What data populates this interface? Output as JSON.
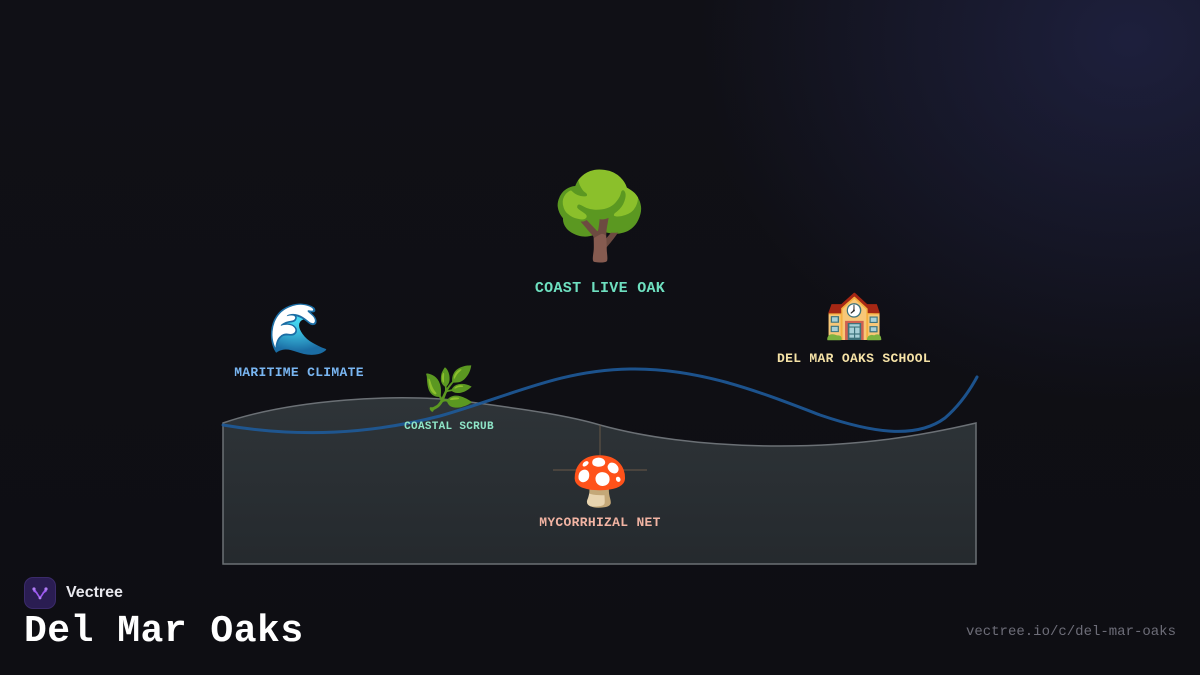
{
  "brand": {
    "name": "Vectree",
    "logo_icon": "tree-branch-icon",
    "accent": "#9b59f0"
  },
  "page": {
    "title": "Del Mar Oaks",
    "url": "vectree.io/c/del-mar-oaks"
  },
  "diagram": {
    "nodes": {
      "oak": {
        "emoji": "🌳",
        "icon": "tree-icon",
        "label": "COAST LIVE OAK",
        "color": "#6ee0c0"
      },
      "maritime": {
        "emoji": "🌊",
        "icon": "wave-icon",
        "label": "MARITIME CLIMATE",
        "color": "#79b6f2"
      },
      "school": {
        "emoji": "🏫",
        "icon": "school-icon",
        "label": "DEL MAR OAKS SCHOOL",
        "color": "#f5e2a6"
      },
      "scrub": {
        "emoji": "🌿",
        "icon": "herb-icon",
        "label": "COASTAL SCRUB",
        "color": "#8fe6c8"
      },
      "myco": {
        "emoji": "🍄",
        "icon": "mushroom-icon",
        "label": "MYCORRHIZAL NET",
        "color": "#f2b4a3"
      }
    },
    "colors": {
      "ground_fill": "#2c3136",
      "ground_stroke": "#6b7075",
      "wave": "#1e5a99"
    }
  }
}
